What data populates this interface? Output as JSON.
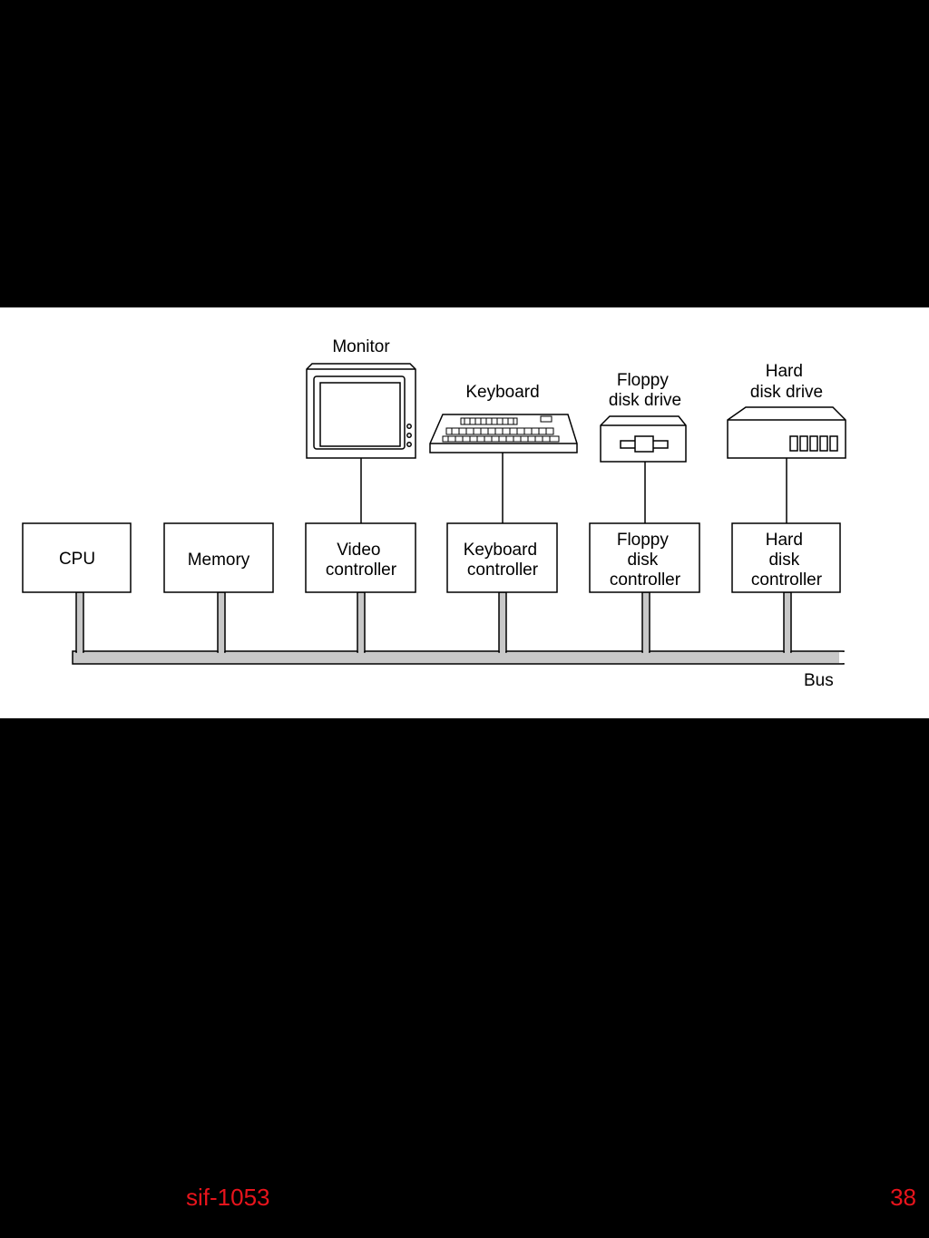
{
  "diagram": {
    "controllers": [
      {
        "id": "cpu",
        "lines": [
          "CPU"
        ]
      },
      {
        "id": "memory",
        "lines": [
          "Memory"
        ]
      },
      {
        "id": "video-controller",
        "lines": [
          "Video",
          "controller"
        ]
      },
      {
        "id": "keyboard-controller",
        "lines": [
          "Keyboard",
          "controller"
        ]
      },
      {
        "id": "floppy-disk-controller",
        "lines": [
          "Floppy",
          "disk",
          "controller"
        ]
      },
      {
        "id": "hard-disk-controller",
        "lines": [
          "Hard",
          "disk",
          "controller"
        ]
      }
    ],
    "devices": [
      {
        "id": "monitor",
        "lines": [
          "Monitor"
        ]
      },
      {
        "id": "keyboard",
        "lines": [
          "Keyboard"
        ]
      },
      {
        "id": "floppy-disk-drive",
        "lines": [
          "Floppy",
          "disk drive"
        ]
      },
      {
        "id": "hard-disk-drive",
        "lines": [
          "Hard",
          "disk drive"
        ]
      }
    ],
    "bus_label": "Bus",
    "colors": {
      "bus_fill": "#c8c8c8",
      "panel": "#ffffff",
      "background": "#000000"
    }
  },
  "footer": {
    "course_code": "sif-1053",
    "page_number": "38",
    "color": "#e8141c"
  }
}
